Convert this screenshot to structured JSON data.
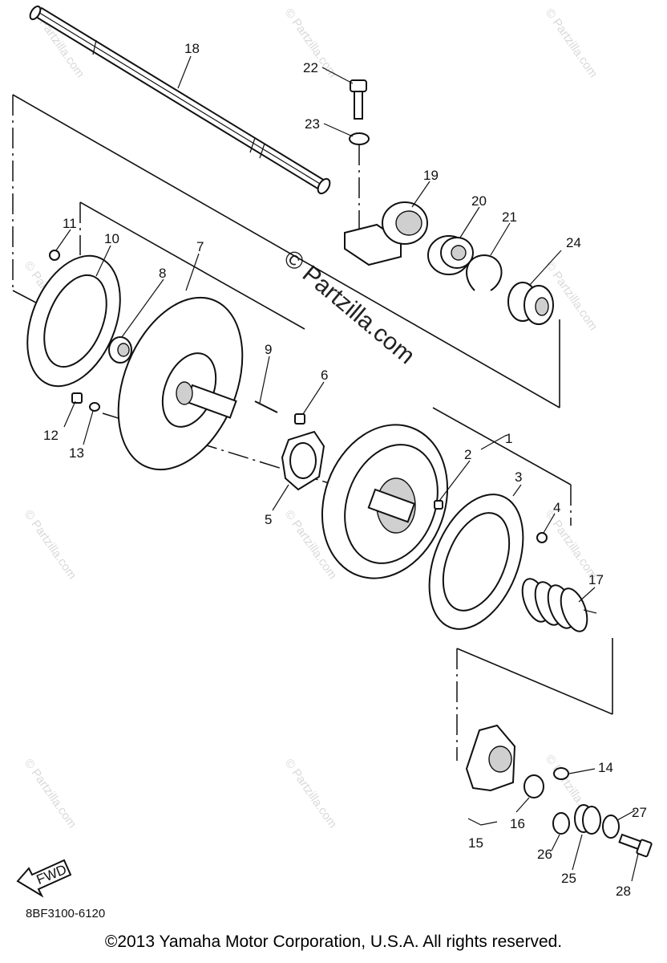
{
  "diagram_code": "8BF3100-6120",
  "copyright": "©2013 Yamaha Motor Corporation, U.S.A. All rights reserved.",
  "watermark_text": "© Partzilla.com",
  "fwd_label": "FWD",
  "callouts": [
    "1",
    "2",
    "3",
    "4",
    "5",
    "6",
    "7",
    "8",
    "9",
    "10",
    "11",
    "12",
    "13",
    "14",
    "15",
    "16",
    "17",
    "18",
    "19",
    "20",
    "21",
    "22",
    "23",
    "24",
    "25",
    "26",
    "27",
    "28"
  ],
  "colors": {
    "line": "#111111",
    "watermark": "#d9d9d9",
    "background": "#ffffff"
  }
}
